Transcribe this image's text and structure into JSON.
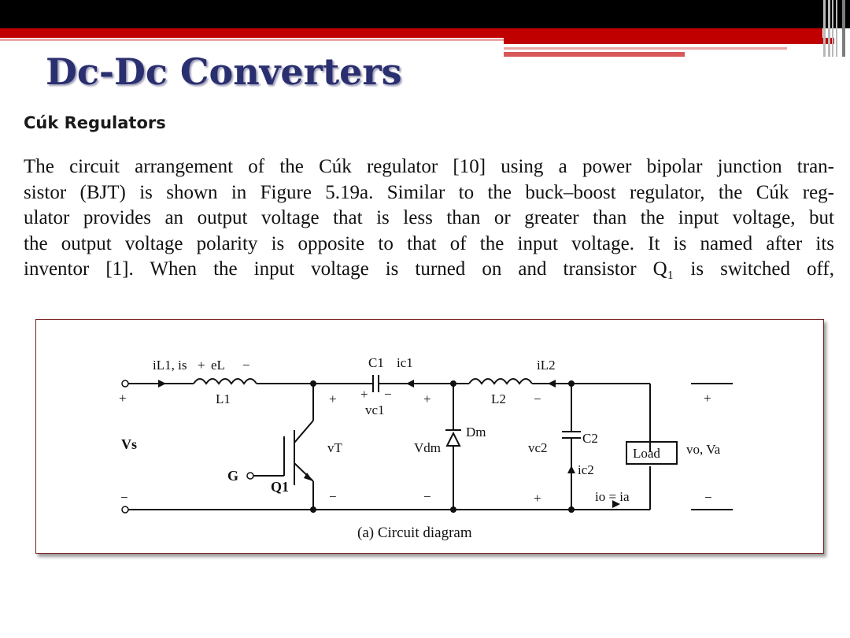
{
  "slide": {
    "title": "Dc-Dc Converters",
    "subheading": "Cúk Regulators",
    "paragraph_lines": [
      "The circuit arrangement of the Cúk regulator [10] using a power bipolar junction tran-",
      "sistor (BJT) is shown in Figure 5.19a. Similar to the buck–boost regulator, the Cúk reg-",
      "ulator provides an output voltage that is less than or greater than the input voltage, but",
      "the output voltage polarity is opposite to that of the input voltage. It is named after its",
      "inventor [1]. When the input voltage is turned on and transistor Q₁ is switched off,"
    ]
  },
  "figure": {
    "caption": "(a) Circuit diagram",
    "labels": {
      "iL1_is": "iL1, is",
      "eL_plus": "+",
      "eL": "eL",
      "eL_minus": "−",
      "L1": "L1",
      "C1": "C1",
      "ic1": "ic1",
      "vc1": "vc1",
      "L2": "L2",
      "iL2": "iL2",
      "Vs": "Vs",
      "vT": "vT",
      "G": "G",
      "Q1": "Q1",
      "Vdm": "Vdm",
      "Dm": "Dm",
      "vc2": "vc2",
      "C2": "C2",
      "ic2": "ic2",
      "Load": "Load",
      "vo_Va": "vo, Va",
      "io_ia": "io = ia",
      "plus": "+",
      "minus": "−"
    }
  }
}
